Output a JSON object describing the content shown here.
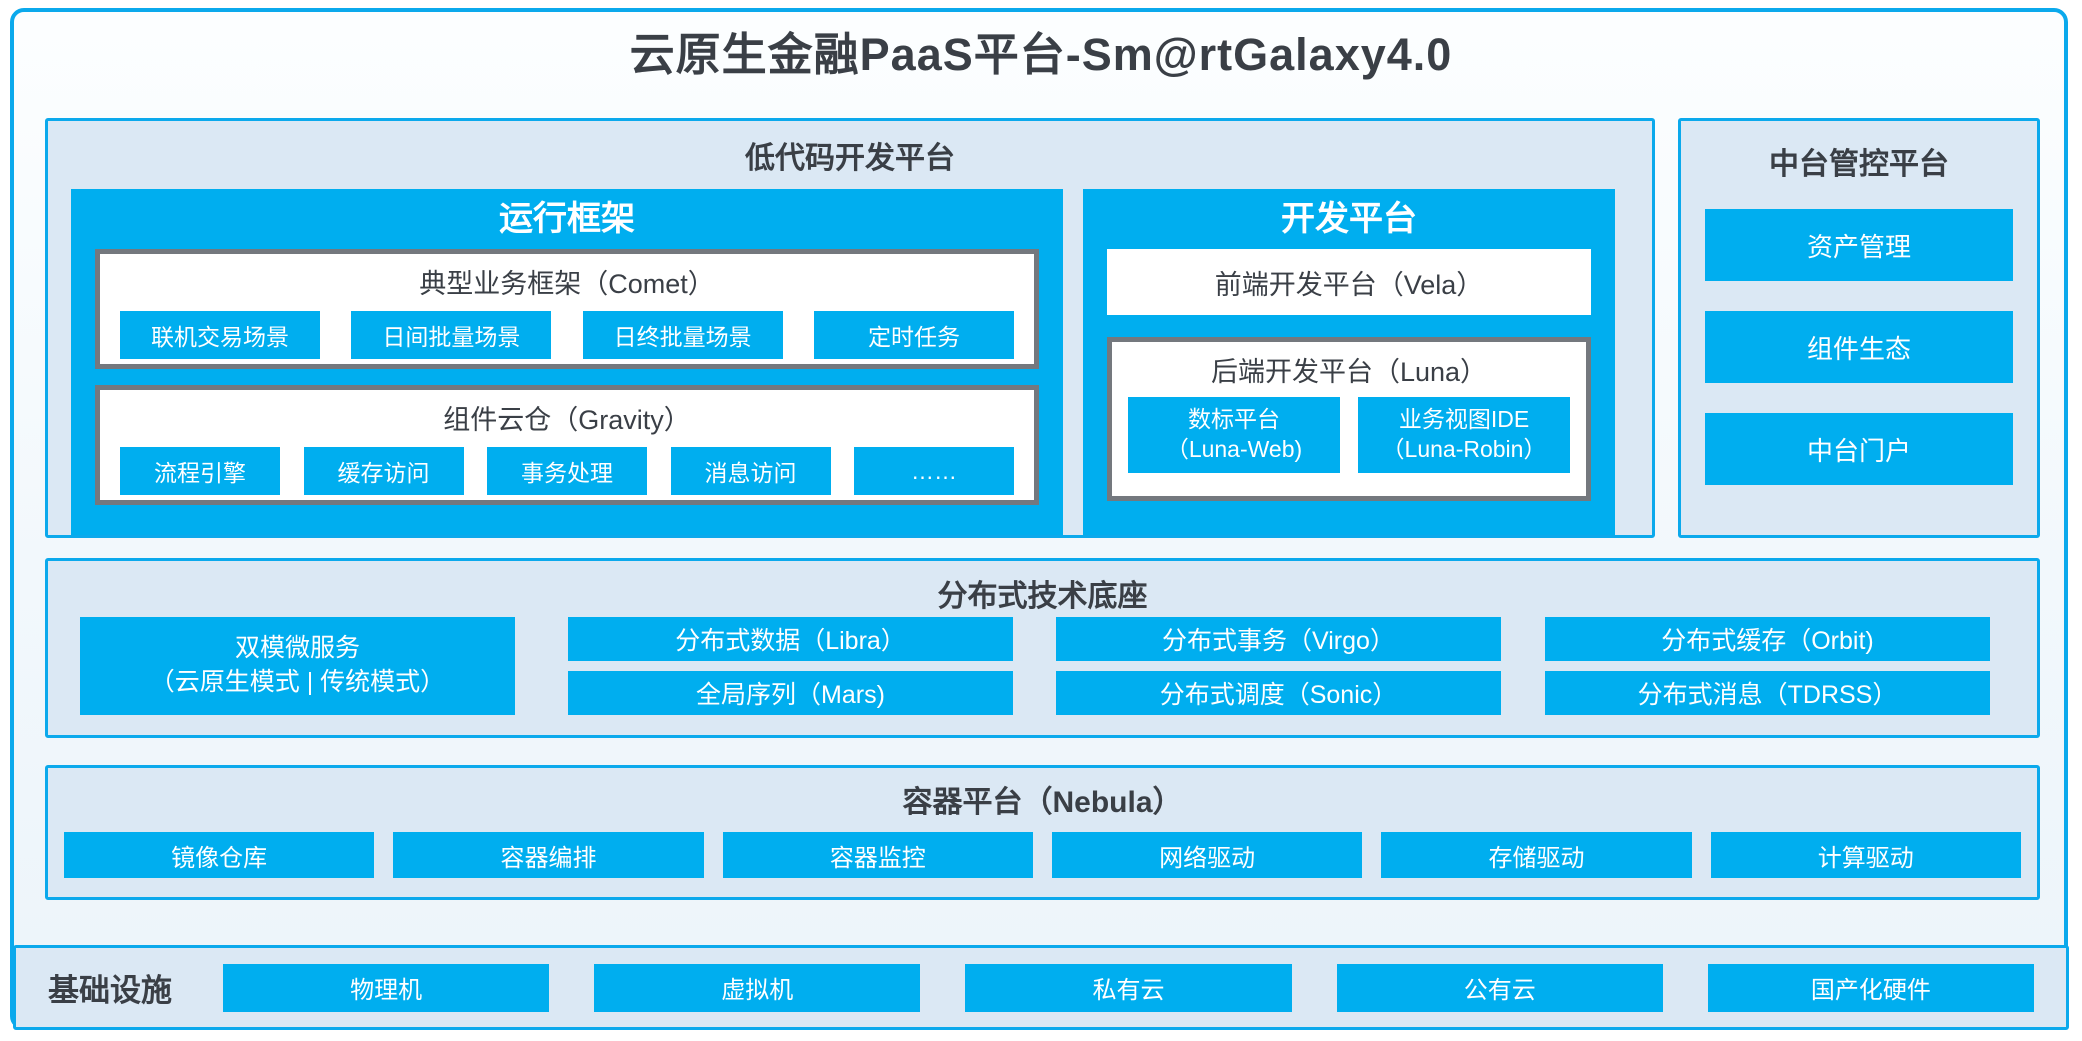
{
  "title": "云原生金融PaaS平台-Sm@rtGalaxy4.0",
  "colors": {
    "accent_blue": "#00aeef",
    "panel_background": "#dbe8f4",
    "gray_border": "#74787e",
    "dark_text": "#3a3f46"
  },
  "low_code_platform": {
    "title": "低代码开发平台",
    "runtime_framework": {
      "title": "运行框架",
      "comet": {
        "title": "典型业务框架（Comet）",
        "items": [
          "联机交易场景",
          "日间批量场景",
          "日终批量场景",
          "定时任务"
        ]
      },
      "gravity": {
        "title": "组件云仓（Gravity）",
        "items": [
          "流程引擎",
          "缓存访问",
          "事务处理",
          "消息访问",
          "……"
        ]
      }
    },
    "dev_platform": {
      "title": "开发平台",
      "vela": "前端开发平台（Vela）",
      "luna": {
        "title": "后端开发平台（Luna）",
        "items": [
          {
            "line1": "数标平台",
            "line2": "（Luna-Web)"
          },
          {
            "line1": "业务视图IDE",
            "line2": "（Luna-Robin）"
          }
        ]
      }
    }
  },
  "mid_platform": {
    "title": "中台管控平台",
    "items": [
      "资产管理",
      "组件生态",
      "中台门户"
    ]
  },
  "distributed_base": {
    "title": "分布式技术底座",
    "dual_mode": {
      "line1": "双模微服务",
      "line2": "（云原生模式 | 传统模式）"
    },
    "cells": [
      "分布式数据（Libra）",
      "全局序列（Mars)",
      "分布式事务（Virgo）",
      "分布式调度（Sonic）",
      "分布式缓存（Orbit)",
      "分布式消息（TDRSS）"
    ]
  },
  "container_platform": {
    "title": "容器平台（Nebula）",
    "items": [
      "镜像仓库",
      "容器编排",
      "容器监控",
      "网络驱动",
      "存储驱动",
      "计算驱动"
    ]
  },
  "infrastructure": {
    "label": "基础设施",
    "items": [
      "物理机",
      "虚拟机",
      "私有云",
      "公有云",
      "国产化硬件"
    ]
  }
}
